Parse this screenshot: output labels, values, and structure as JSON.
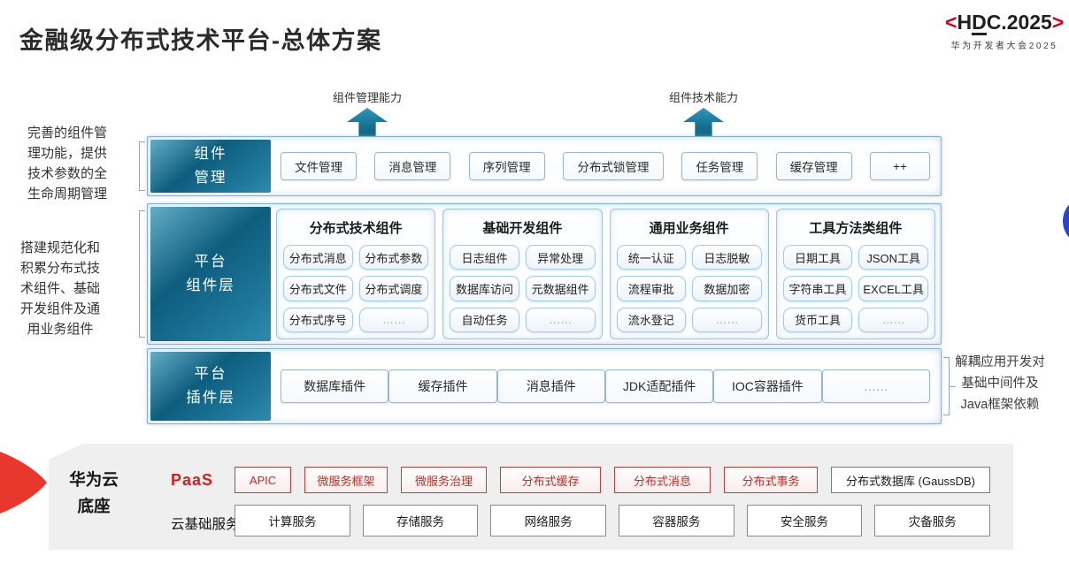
{
  "title": "金融级分布式技术平台-总体方案",
  "logo": {
    "open": "<",
    "h": "H",
    "d": "D",
    "rest": "C.2025",
    "close": ">",
    "subtitle": "华为开发者大会2025"
  },
  "arrows": {
    "mgmt": "组件管理能力",
    "tech": "组件技术能力"
  },
  "notes": {
    "mgmt": "完善的组件管理功能，提供技术参数的全生命周期管理",
    "build": "搭建规范化和积累分布式技术组件、基础开发组件及通用业务组件",
    "decouple_lines": [
      "解耦应用开发对",
      "基础中间件及",
      "Java框架依赖"
    ]
  },
  "rows": {
    "component_mgmt": {
      "label_lines": [
        "组件",
        "管理"
      ],
      "items": [
        "文件管理",
        "消息管理",
        "序列管理",
        "分布式锁管理",
        "任务管理",
        "缓存管理",
        "++"
      ]
    },
    "platform_components": {
      "label_lines": [
        "平台",
        "组件层"
      ],
      "columns": [
        {
          "header": "分布式技术组件",
          "items": [
            "分布式消息",
            "分布式参数",
            "分布式文件",
            "分布式调度",
            "分布式序号",
            "……"
          ]
        },
        {
          "header": "基础开发组件",
          "items": [
            "日志组件",
            "异常处理",
            "数据库访问",
            "元数据组件",
            "自动任务",
            "……"
          ]
        },
        {
          "header": "通用业务组件",
          "items": [
            "统一认证",
            "日志脱敏",
            "流程审批",
            "数据加密",
            "流水登记",
            "……"
          ]
        },
        {
          "header": "工具方法类组件",
          "items": [
            "日期工具",
            "JSON工具",
            "字符串工具",
            "EXCEL工具",
            "货币工具",
            "……"
          ]
        }
      ]
    },
    "platform_plugins": {
      "label_lines": [
        "平台",
        "插件层"
      ],
      "items": [
        "数据库插件",
        "缓存插件",
        "消息插件",
        "JDK适配插件",
        "IOC容器插件",
        "……"
      ]
    }
  },
  "foundation": {
    "label": "华为云底座",
    "paas_label": "PaaS",
    "paas_items": [
      "APIC",
      "微服务框架",
      "微服务治理",
      "分布式缓存",
      "分布式消息",
      "分布式事务"
    ],
    "gauss_item": "分布式数据库 (GaussDB)",
    "cloud_label": "云基础服务",
    "cloud_items": [
      "计算服务",
      "存储服务",
      "网络服务",
      "容器服务",
      "安全服务",
      "灾备服务"
    ]
  },
  "colors": {
    "layer_teal": "#0e5d7e",
    "border_blue": "#85b2d8",
    "brand_red": "#d0021b",
    "box_red": "#cf3b33",
    "panel_gray": "#efefef",
    "circle_blue": "#2746cf"
  }
}
